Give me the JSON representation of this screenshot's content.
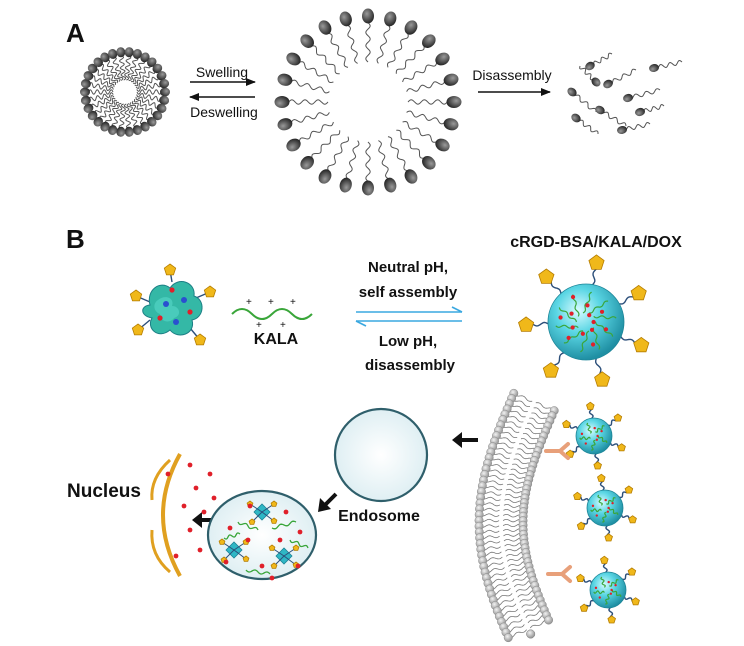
{
  "panel_a": {
    "label": "A",
    "swelling": "Swelling",
    "deswelling": "Deswelling",
    "disassembly": "Disassembly"
  },
  "panel_b": {
    "label": "B",
    "complex_title": "cRGD-BSA/KALA/DOX",
    "kala": "KALA",
    "forward_line1": "Neutral pH,",
    "forward_line2": "self assembly",
    "reverse_line1": "Low pH,",
    "reverse_line2": "disassembly",
    "nucleus": "Nucleus",
    "endosome": "Endosome"
  },
  "colors": {
    "head": "#3a3a3a",
    "tail": "#555555",
    "sphere": "#3fc8d8",
    "dox": "#e0202a",
    "kala_strand": "#3aa63a",
    "ligand": "#f0b81a",
    "membrane_head": "#9a9a9a",
    "nucleus_envelope": "#e0a020",
    "equilibrium_arrow": "#3aa8e0",
    "receptor": "#e8a07a"
  }
}
